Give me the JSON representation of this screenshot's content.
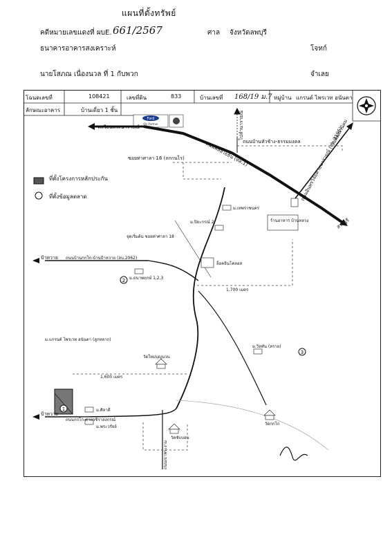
{
  "header": {
    "title": "แผนที่ตั้งทรัพย์",
    "case_label": "คดีหมายเลขแดงที่ ผบE.",
    "case_number": "661/2567",
    "court_label": "ศาล",
    "court_name": "จังหวัดลพบุรี",
    "bank": "ธนาคารอาคารสงเคราะห์",
    "plaintiff_role": "โจทก์",
    "defendant": "นายโสภณ เนื่องนวล ที่ 1 กับพวก",
    "defendant_role": "จำเลย"
  },
  "info_table": {
    "deed_label": "โฉนดเลขที่",
    "deed_value": "108421",
    "land_label": "เลขที่ดิน",
    "land_value": "833",
    "house_label": "บ้านเลขที่",
    "house_value": "168/19 ม.7",
    "village_label": "หมู่บ้าน",
    "village_value": "แกรนด์ ไพรเวท อนันตา",
    "building_label": "ลักษณะอาคาร",
    "building_value": "บ้านเดี่ยว 1 ชั้น"
  },
  "legend": {
    "collateral": "ที่ตั้งโครงการหลักประกัน",
    "market_data": "ที่ตั้งข้อมูลตลาด"
  },
  "map_labels": {
    "to_narai": "วงเวียนพระนารายณ์",
    "ford": "Ford",
    "ford_sub": "Ob Partner",
    "road_sap": "ถนนพหลโยธิน (ทล.1)",
    "to_lamnarai": "ไปลำนารายณ์",
    "road_khok": "ถนนบ้านหัวช้าง-ธรรมมงคล",
    "to_phatthana": "ไปพัฒนานิคม",
    "road_suk": "ถนนอินทรวิจัยค่ายนารายณ์ (ทล.3196)",
    "soi": "ซอยท่าศาลา 18 (ถกกนไร)",
    "to_saraburi": "สระบุรี",
    "store": "ร้านอาหาร บ้านหลวง",
    "m_thammarat": "ม.เทพราชนคร",
    "m_piyaporn": "ม.ปิยะกรณ์ 2",
    "bowling": "ล็อคอินโคลอส",
    "start_point": "จุดเริ่มต้น ซอยท่าศาลา 18",
    "to_bankhwai": "ป้าหวาย",
    "road_kok": "ถนนบ้านกกโก-บ้านป้าหวาย (ลบ.2062)",
    "m_chanapat": "ม.ธนาพฤกษ์ 1,2,3",
    "dist_1700": "1,700 เมตร",
    "m_grand": "ม.แกรนด์ ไพรเวท อนันตา (ลูกหลาก)",
    "wat_nai": "วัดใหม่บุญนวน",
    "m_khanin": "ม.วิลทัน (ทราย)",
    "dist_1600": "1,600 เมตร",
    "m_sitawadee": "ม.ศิลาดี",
    "to_bankhwai2": "ป้าหวาย",
    "road_kok2": "ถนนกกโก-ค่ายวชิราลงกรณ์",
    "m_fahrada": "ม.พระวรัยย์",
    "wat_sub": "วัดซับบอน",
    "wat_kok": "วัดกกโก",
    "road_down": "ถนนเขาพระงาม",
    "marker_1": "1",
    "marker_2": "2",
    "marker_3": "3"
  }
}
